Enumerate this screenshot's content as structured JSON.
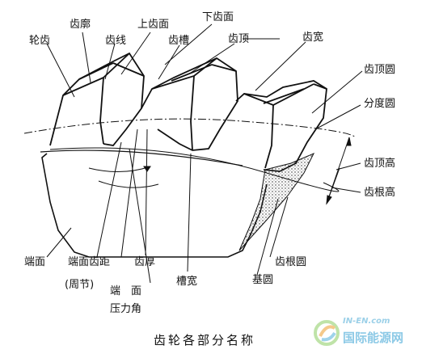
{
  "labels": {
    "lunchi": "轮齿",
    "chikuo": "齿廓",
    "chixian": "齿线",
    "shangchimian": "上齿面",
    "chicao": "齿槽",
    "xiachimian": "下齿面",
    "chiding": "齿顶",
    "chikuan": "齿宽",
    "chidingyuan": "齿顶圆",
    "fenduyuan": "分度圆",
    "chidinggao": "齿顶高",
    "chigengao": "齿根高",
    "chigenyuan": "齿根圆",
    "jiyuan": "基圆",
    "caokuan": "槽宽",
    "chihou": "齿厚",
    "duanmian": "端面",
    "duanmianchiju": "端面齿距",
    "zhoujie": "(周节)",
    "yalijiao_1": "端　面",
    "yalijiao_2": "压力角"
  },
  "caption": "齿轮各部分名称",
  "watermark": {
    "top": "IN-EN.com",
    "bottom": "国际能源网"
  }
}
